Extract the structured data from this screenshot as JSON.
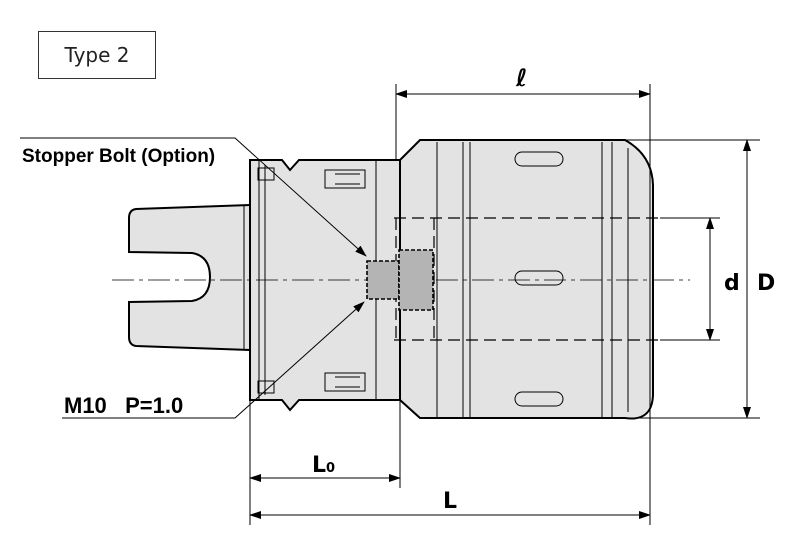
{
  "type_label": "Type 2",
  "callouts": {
    "stopper_bolt": "Stopper Bolt (Option)",
    "thread": "M10   P=1.0"
  },
  "dimensions": {
    "l": "ℓ",
    "L0_main": "L",
    "L0_sub": "0",
    "L": "L",
    "d": "d",
    "D": "D"
  },
  "colors": {
    "body_fill": "#e3e3e3",
    "bolt_fill": "#b4b4b4",
    "line": "#000000"
  }
}
